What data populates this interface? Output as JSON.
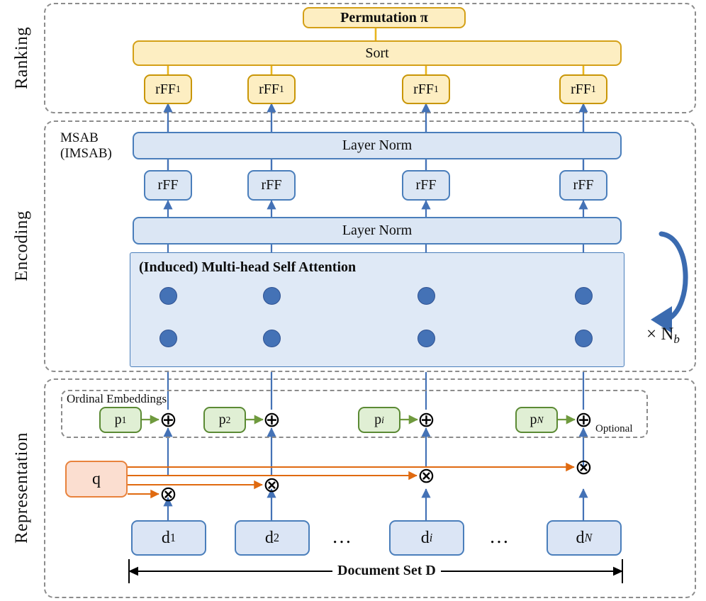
{
  "figure": {
    "title": "Set-based document ranking model architecture",
    "colors": {
      "gold_fill": "#fdeec2",
      "gold_border": "#d4a017",
      "blue_fill": "#dbe6f4",
      "blue_border": "#4a7ebb",
      "green_fill": "#e0efd4",
      "green_border": "#5b8a34",
      "orange_fill": "#fbded0",
      "orange_border": "#e8823c",
      "panel_fill": "#dfe9f6",
      "node_fill": "#4472b6",
      "dash_gray": "#8c8c8c"
    }
  },
  "stages": [
    {
      "id": "ranking",
      "label": "Ranking"
    },
    {
      "id": "encoding",
      "label": "Encoding"
    },
    {
      "id": "representation",
      "label": "Representation"
    }
  ],
  "ranking": {
    "permutation_label": "Permutation π",
    "sort_label": "Sort",
    "rff_label": "rFF",
    "rff_subscript": "1",
    "rff_columns": [
      "rFF1",
      "rFF1",
      "rFF1",
      "rFF1"
    ]
  },
  "encoding": {
    "block_label_line1": "MSAB",
    "block_label_line2": "(IMSAB)",
    "layer_norm_top_label": "Layer Norm",
    "layer_norm_bottom_label": "Layer Norm",
    "rff_label": "rFF",
    "rff_columns": [
      "rFF",
      "rFF",
      "rFF",
      "rFF"
    ],
    "attention_title": "(Induced) Multi-head Self Attention",
    "repeat_label": "× N",
    "repeat_subscript": "b"
  },
  "representation": {
    "ordinal_embeddings_label": "Ordinal Embeddings",
    "optional_label": "Optional",
    "query_label": "q",
    "add_symbol": "⊕",
    "multiply_symbol": "⊗",
    "position_boxes": [
      {
        "base": "p",
        "sub": "1"
      },
      {
        "base": "p",
        "sub": "2"
      },
      {
        "base": "p",
        "sub": "i"
      },
      {
        "base": "p",
        "sub": "N"
      }
    ],
    "document_boxes": [
      {
        "base": "d",
        "sub": "1"
      },
      {
        "base": "d",
        "sub": "2"
      },
      {
        "base": "d",
        "sub": "i"
      },
      {
        "base": "d",
        "sub": "N"
      }
    ],
    "ellipsis": "…",
    "document_set_label": "Document Set D"
  }
}
